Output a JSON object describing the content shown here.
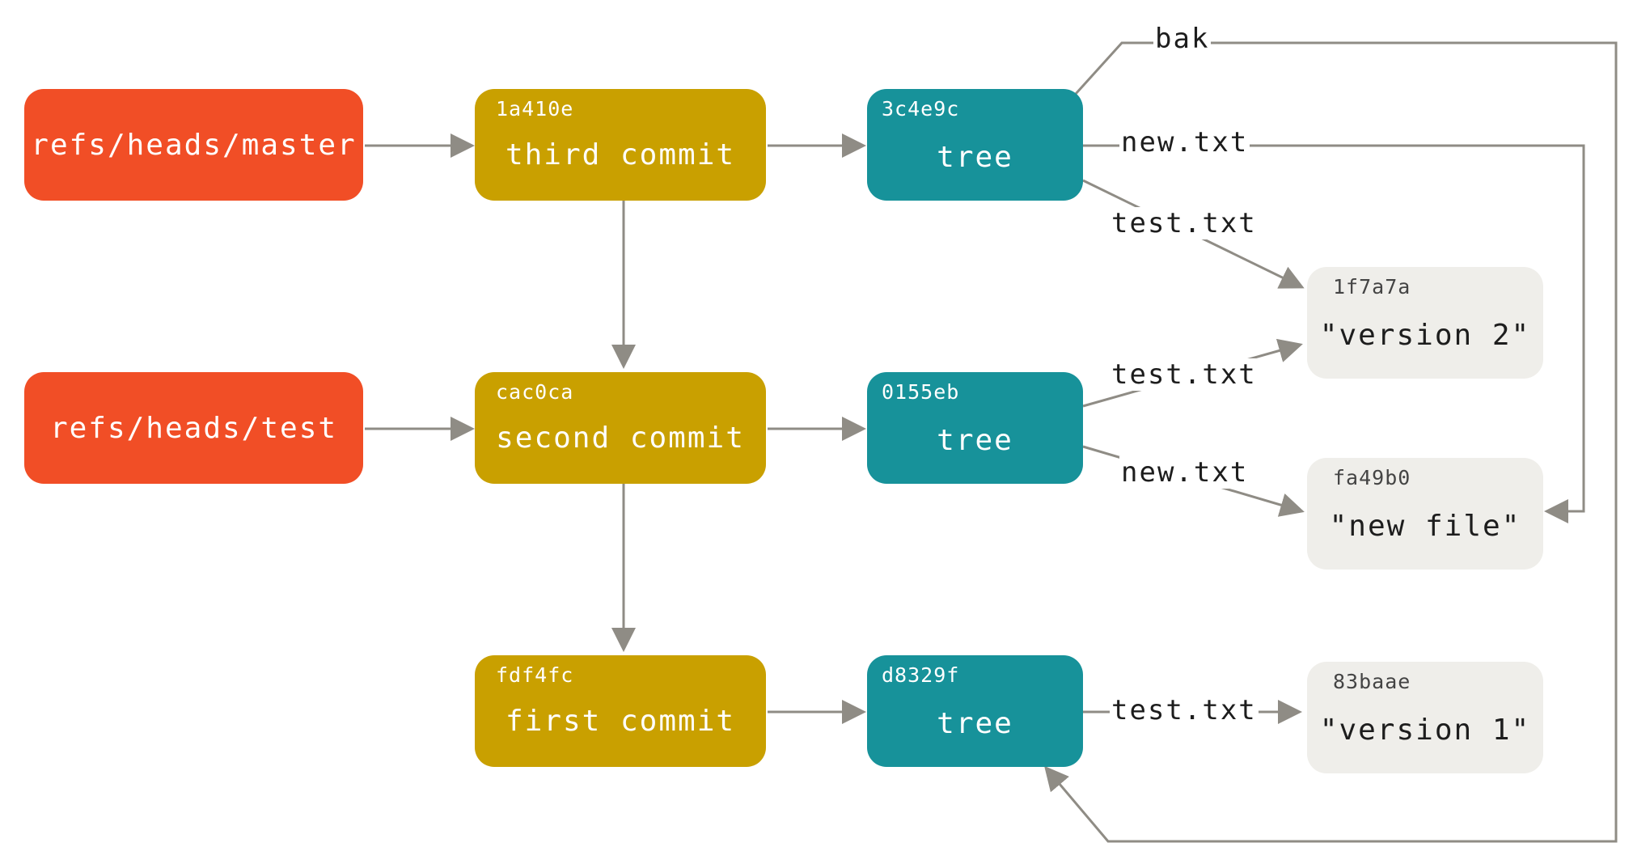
{
  "refs": {
    "master": "refs/heads/master",
    "test": "refs/heads/test"
  },
  "commits": {
    "third": {
      "hash": "1a410e",
      "label": "third commit"
    },
    "second": {
      "hash": "cac0ca",
      "label": "second commit"
    },
    "first": {
      "hash": "fdf4fc",
      "label": "first commit"
    }
  },
  "trees": {
    "top": {
      "hash": "3c4e9c",
      "label": "tree"
    },
    "middle": {
      "hash": "0155eb",
      "label": "tree"
    },
    "bottom": {
      "hash": "d8329f",
      "label": "tree"
    }
  },
  "blobs": {
    "version2": {
      "hash": "1f7a7a",
      "label": "\"version 2\""
    },
    "newfile": {
      "hash": "fa49b0",
      "label": "\"new file\""
    },
    "version1": {
      "hash": "83baae",
      "label": "\"version 1\""
    }
  },
  "edge_labels": {
    "bak": "bak",
    "top_new": "new.txt",
    "top_test": "test.txt",
    "mid_test": "test.txt",
    "mid_new": "new.txt",
    "bottom_test": "test.txt"
  },
  "colors": {
    "ref": "#f14e26",
    "commit": "#c9a000",
    "tree": "#17929a",
    "blob": "#efeeea",
    "edge": "#8f8c85"
  }
}
